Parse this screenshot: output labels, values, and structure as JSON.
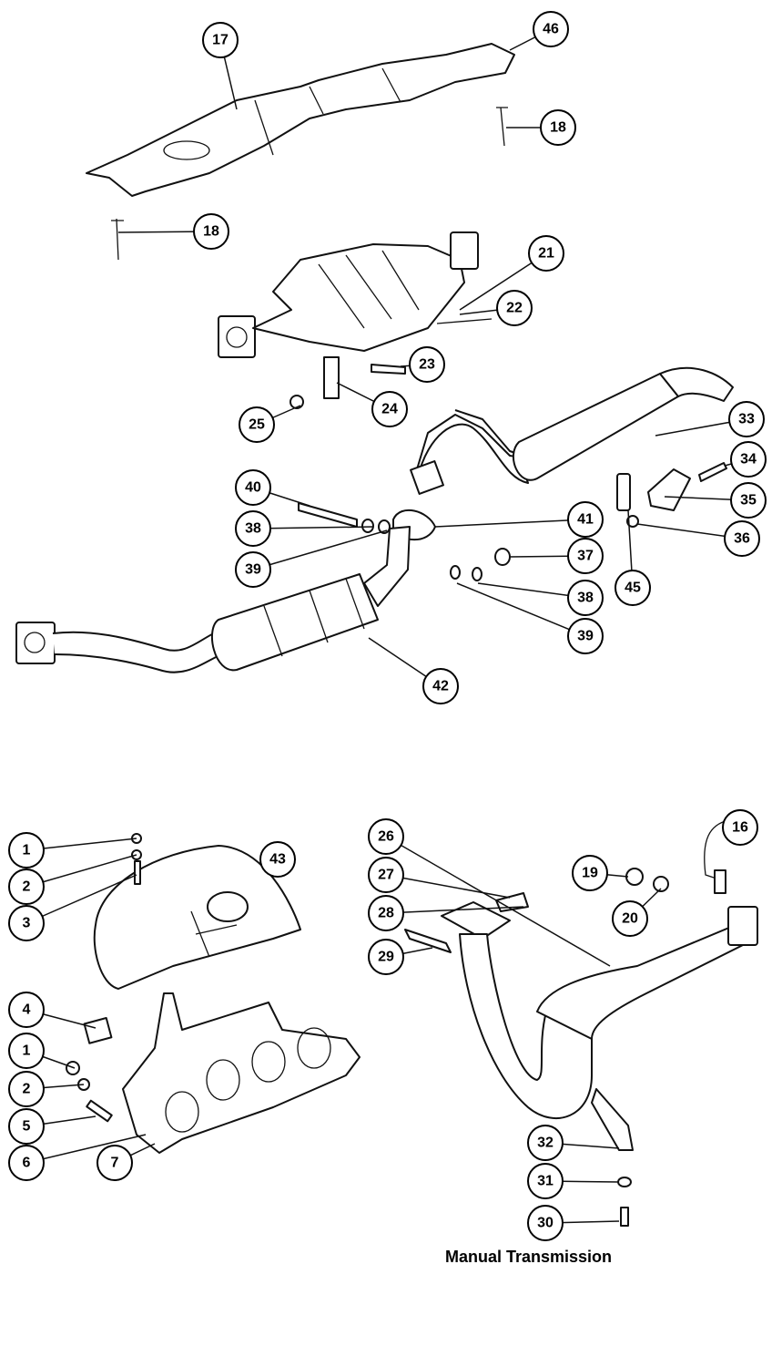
{
  "diagram": {
    "caption": "Manual Transmission",
    "callouts": [
      "17",
      "46",
      "18",
      "18",
      "21",
      "22",
      "23",
      "24",
      "25",
      "33",
      "34",
      "35",
      "36",
      "40",
      "38",
      "39",
      "41",
      "37",
      "38",
      "39",
      "45",
      "42",
      "1",
      "2",
      "3",
      "43",
      "4",
      "1",
      "2",
      "5",
      "6",
      "7",
      "26",
      "27",
      "28",
      "29",
      "19",
      "20",
      "16",
      "32",
      "31",
      "30"
    ]
  }
}
